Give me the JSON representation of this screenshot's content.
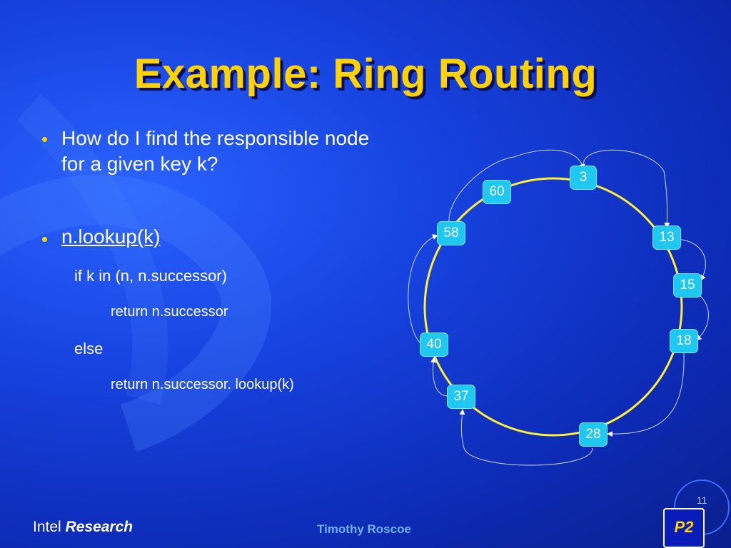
{
  "slide": {
    "title": "Example: Ring Routing",
    "bullets": [
      {
        "text": "How do I find the responsible node for a given key k?"
      },
      {
        "text": "n.lookup(k)"
      }
    ],
    "code": {
      "line1": "if k in (n, n.successor)",
      "line2": "return n.successor",
      "line3": "else",
      "line4": "return n.successor. lookup(k)"
    },
    "ring_nodes": [
      "3",
      "13",
      "15",
      "18",
      "28",
      "37",
      "40",
      "58",
      "60"
    ],
    "footer": {
      "brand_plain": "Intel",
      "brand_bold": "Research",
      "author": "Timothy Roscoe",
      "page": "11",
      "logo": "P2"
    }
  },
  "colors": {
    "title": "#ffd200",
    "ring": "#ffee33",
    "node": "#1ec8f0",
    "background": "#1743e0"
  }
}
